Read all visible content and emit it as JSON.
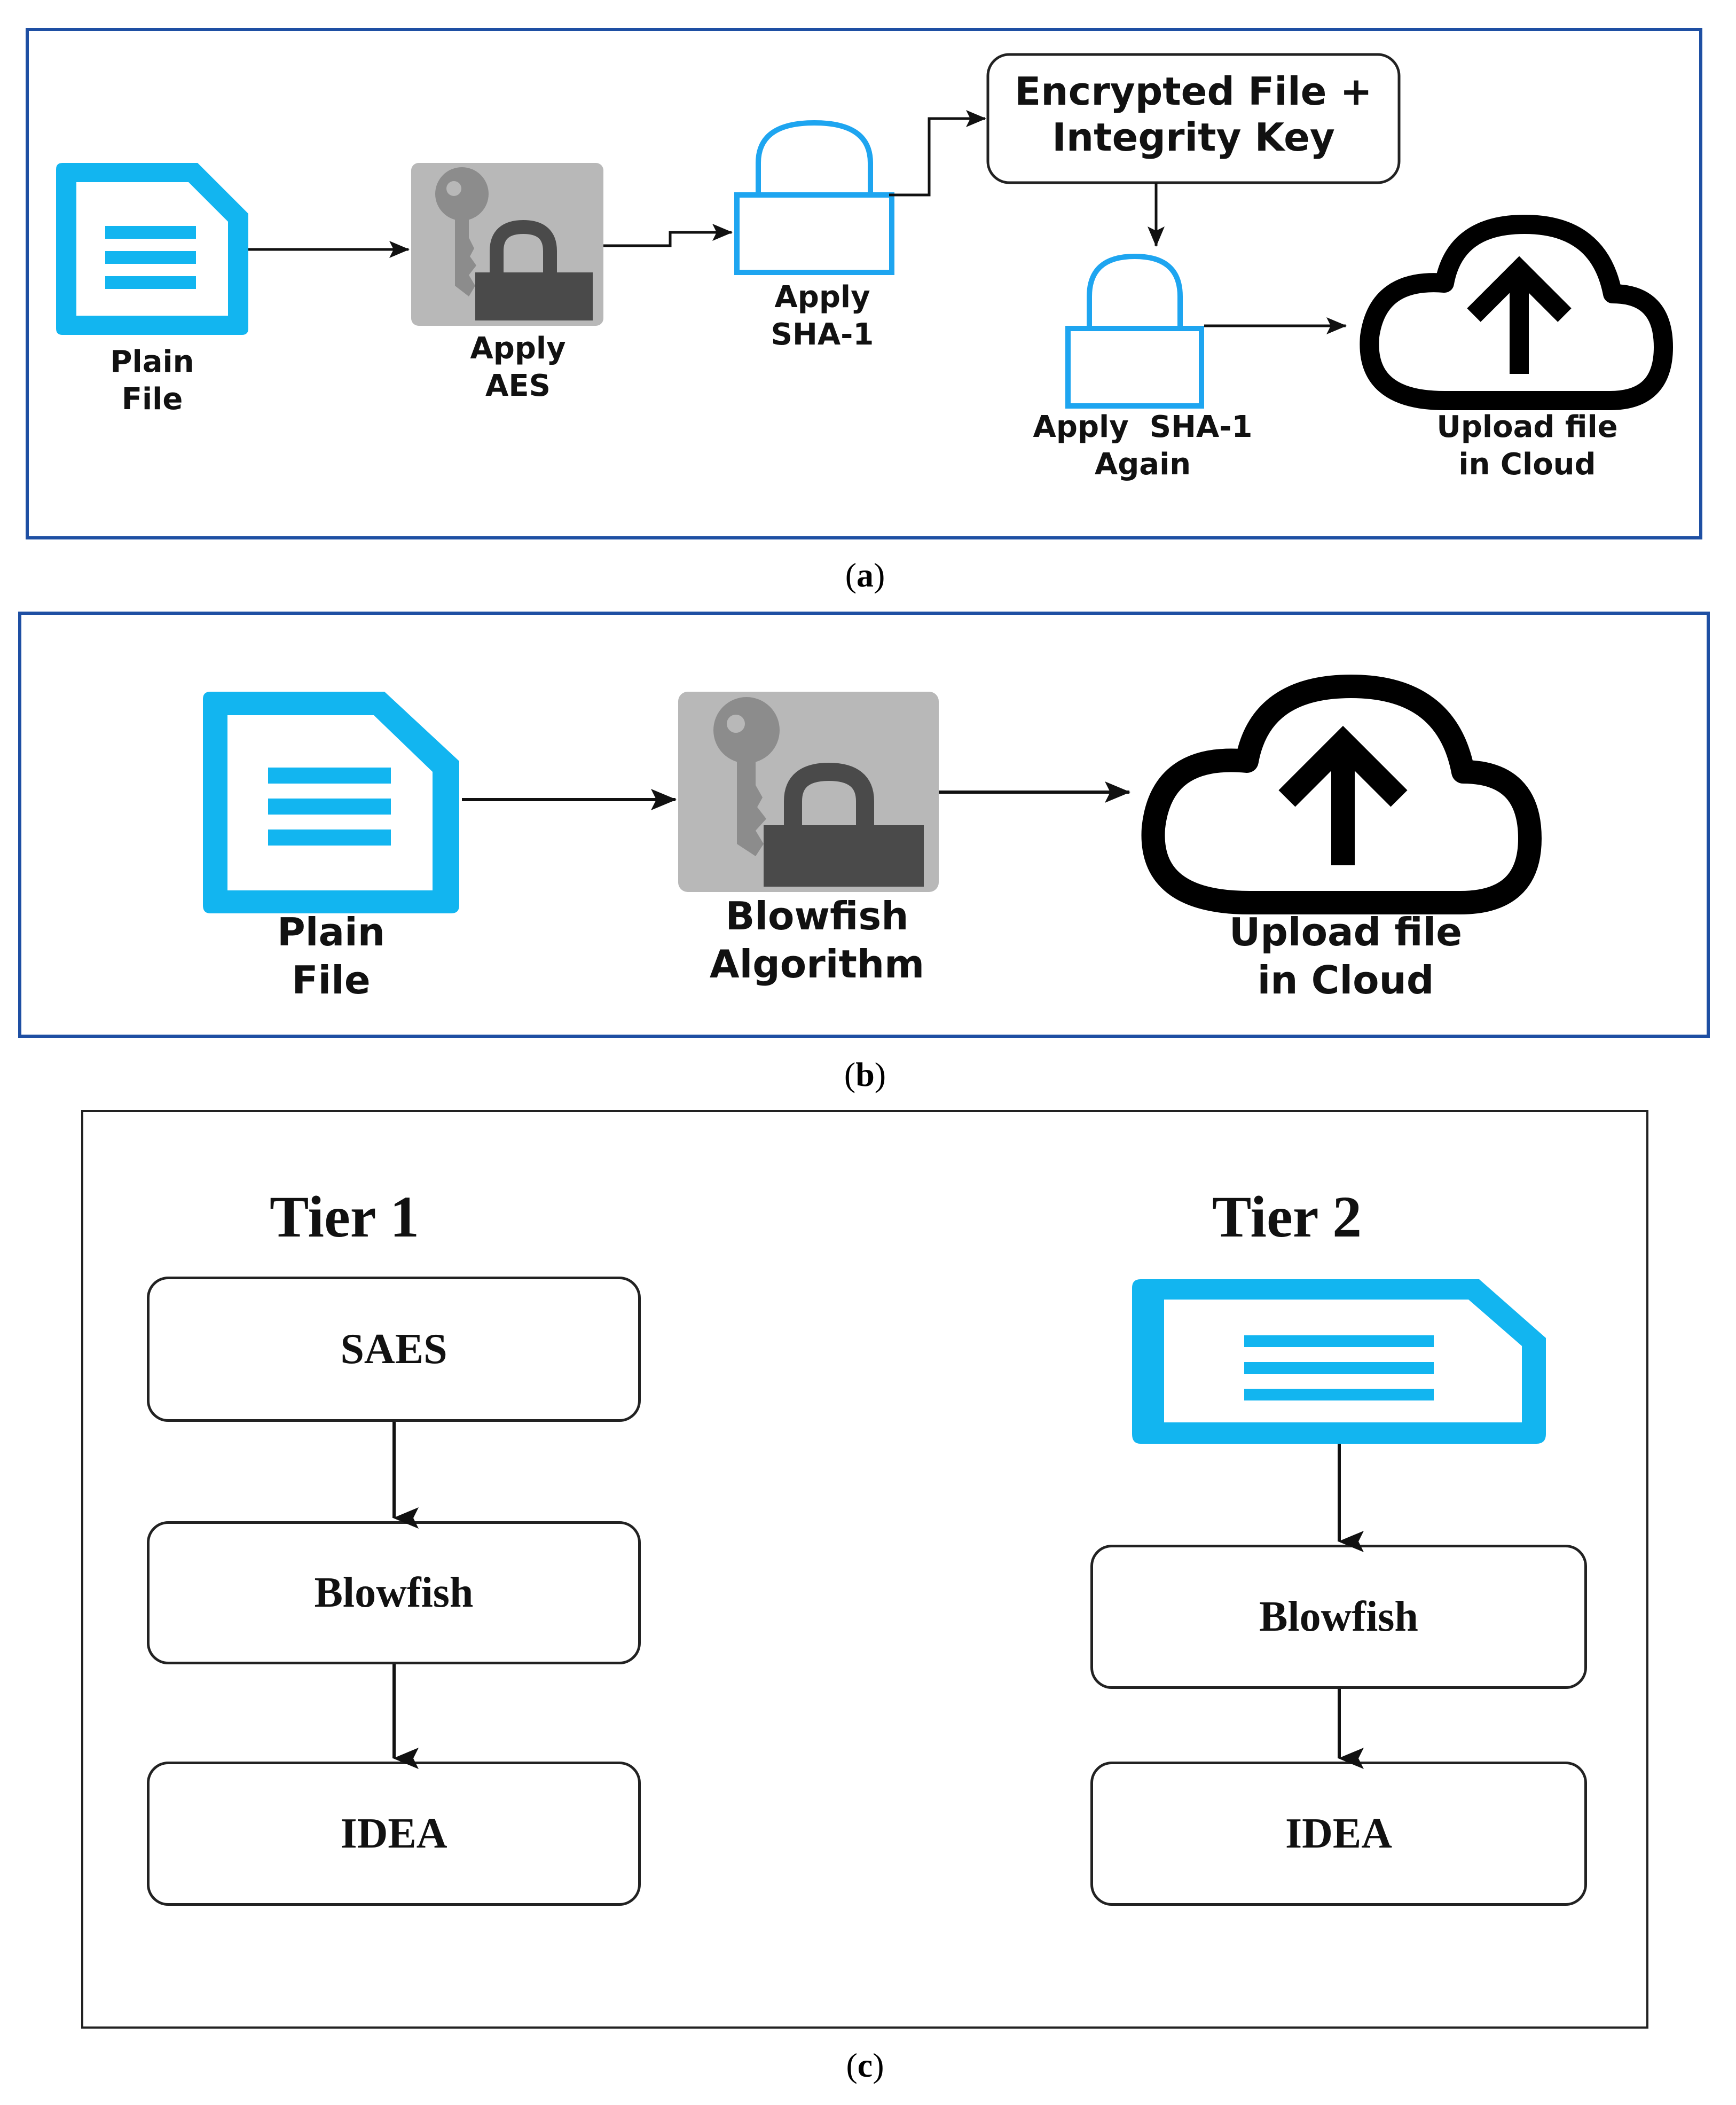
{
  "colors": {
    "file_icon": "#12b5f0",
    "panel_border": "#1e4fa3",
    "key_lock_bg": "#b8b8b8",
    "key": "#8c8c8c",
    "lock_dark": "#4a4a4a",
    "lock_outline": "#1ea5f0",
    "cloud": "#000000"
  },
  "panel_a": {
    "caption_open": "(",
    "caption_letter": "a",
    "caption_close": ")",
    "plain_file_line1": "Plain",
    "plain_file_line2": "File",
    "aes_line1": "Apply",
    "aes_line2": "AES",
    "sha_line1": "Apply",
    "sha_line2": "SHA-1",
    "encrypted_line1": "Encrypted File +",
    "encrypted_line2": "Integrity Key",
    "sha_again_line1": "Apply  SHA-1",
    "sha_again_line2": "Again",
    "upload_line1": "Upload file",
    "upload_line2": "in Cloud",
    "icons": [
      "file-icon",
      "key-lock-icon",
      "lock-icon",
      "lock-icon",
      "cloud-upload-icon"
    ]
  },
  "panel_b": {
    "caption_open": "(",
    "caption_letter": "b",
    "caption_close": ")",
    "plain_file_line1": "Plain",
    "plain_file_line2": "File",
    "blowfish_line1": "Blowfish",
    "blowfish_line2": "Algorithm",
    "upload_line1": "Upload file",
    "upload_line2": "in Cloud",
    "icons": [
      "file-icon",
      "key-lock-icon",
      "cloud-upload-icon"
    ]
  },
  "panel_c": {
    "caption_open": "(",
    "caption_letter": "c",
    "caption_close": ")",
    "tier1_title": "Tier 1",
    "tier1_steps": [
      "SAES",
      "Blowfish",
      "IDEA"
    ],
    "tier2_title": "Tier 2",
    "tier2_steps": [
      "Blowfish",
      "IDEA"
    ],
    "icons": [
      "file-icon"
    ]
  }
}
